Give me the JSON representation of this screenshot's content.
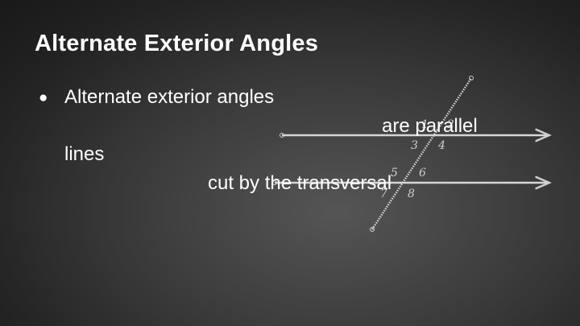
{
  "slide": {
    "title": "Alternate Exterior Angles",
    "bullet_marker": "●",
    "body_lines": [
      "Alternate exterior angles",
      "are parallel",
      "lines",
      "cut by the transversal"
    ]
  },
  "diagram": {
    "angle_labels": [
      "1",
      "2",
      "3",
      "4",
      "5",
      "6",
      "7",
      "8"
    ],
    "line_color": "#cfcfcf"
  }
}
